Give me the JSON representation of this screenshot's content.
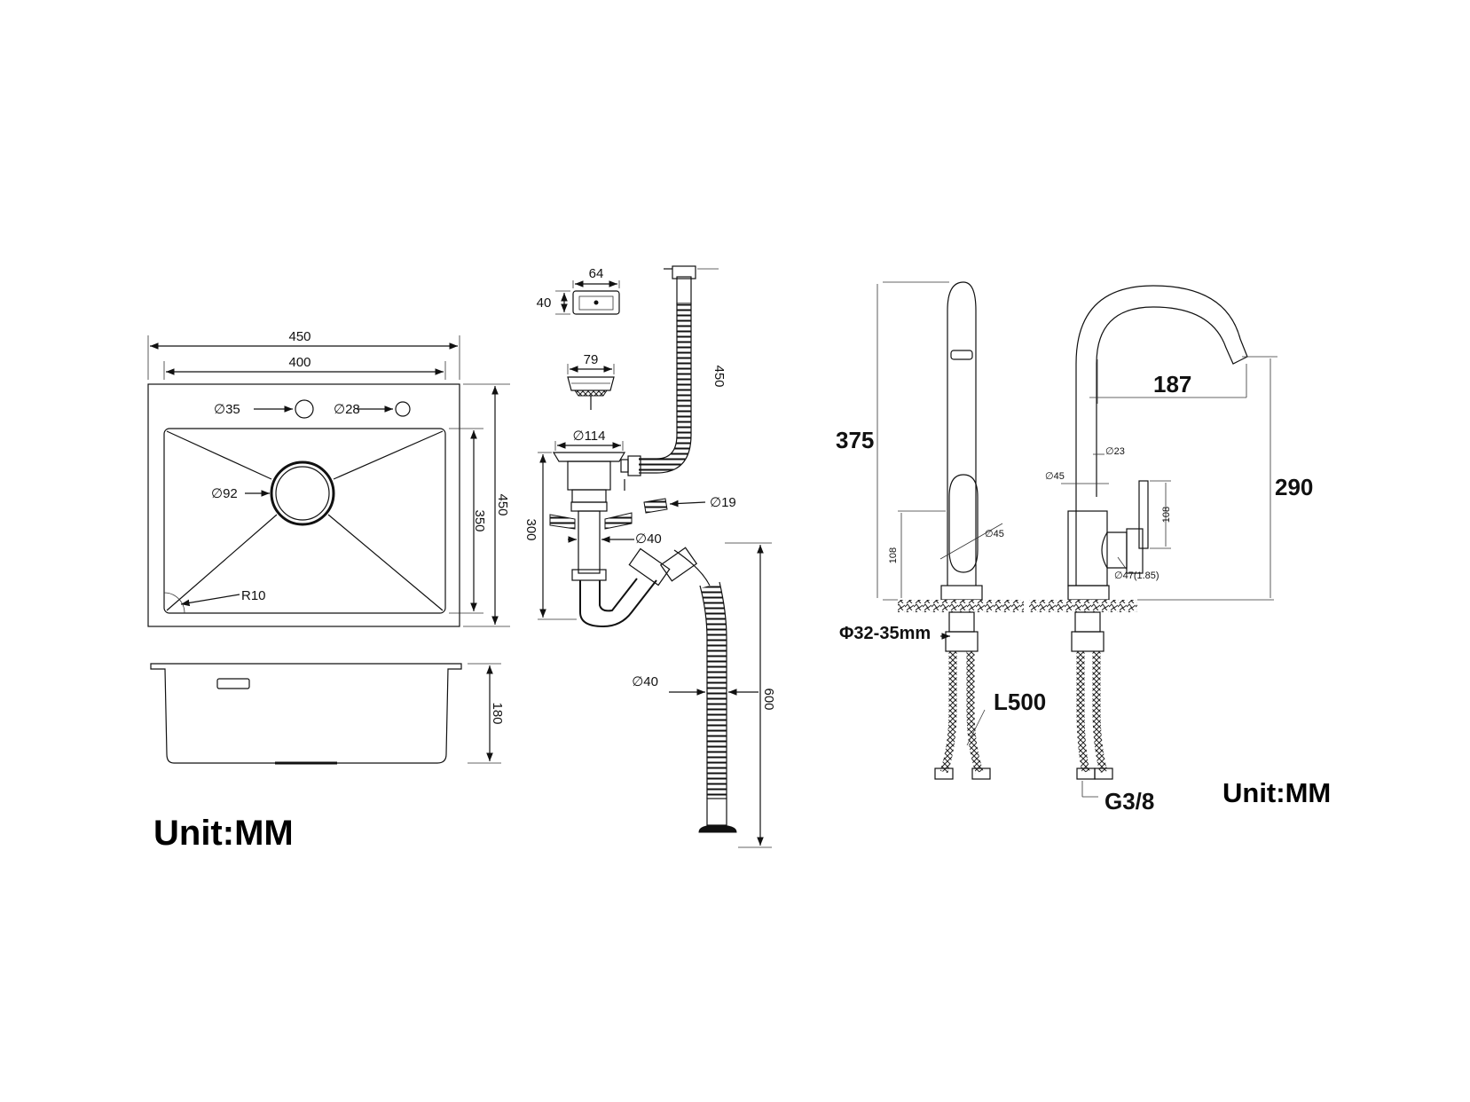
{
  "sink": {
    "width_outer": "450",
    "width_inner": "400",
    "hole_1": "∅35",
    "hole_2": "∅28",
    "drain": "∅92",
    "corner_radius": "R10",
    "depth_inner": "350",
    "depth_outer": "450",
    "height": "180",
    "unit": "Unit:MM"
  },
  "drain_kit": {
    "overflow_width": "64",
    "overflow_height": "40",
    "strainer_dia": "79",
    "hose_length": "450",
    "basket_dia": "∅114",
    "overflow_pipe_dia": "∅19",
    "pipe_dia": "∅40",
    "trap_height": "300",
    "outlet_dia": "∅40",
    "outlet_length": "600"
  },
  "faucet": {
    "total_height": "375",
    "reach": "187",
    "spout_height": "290",
    "handle_dia_side": "∅45",
    "body_height_side": "108",
    "spout_dia": "∅23",
    "body_dia": "∅45",
    "body_height": "108",
    "base_dia": "∅47(1.85)",
    "mount_hole": "Φ32-35mm",
    "hose_length": "L500",
    "thread": "G3/8",
    "unit": "Unit:MM"
  }
}
